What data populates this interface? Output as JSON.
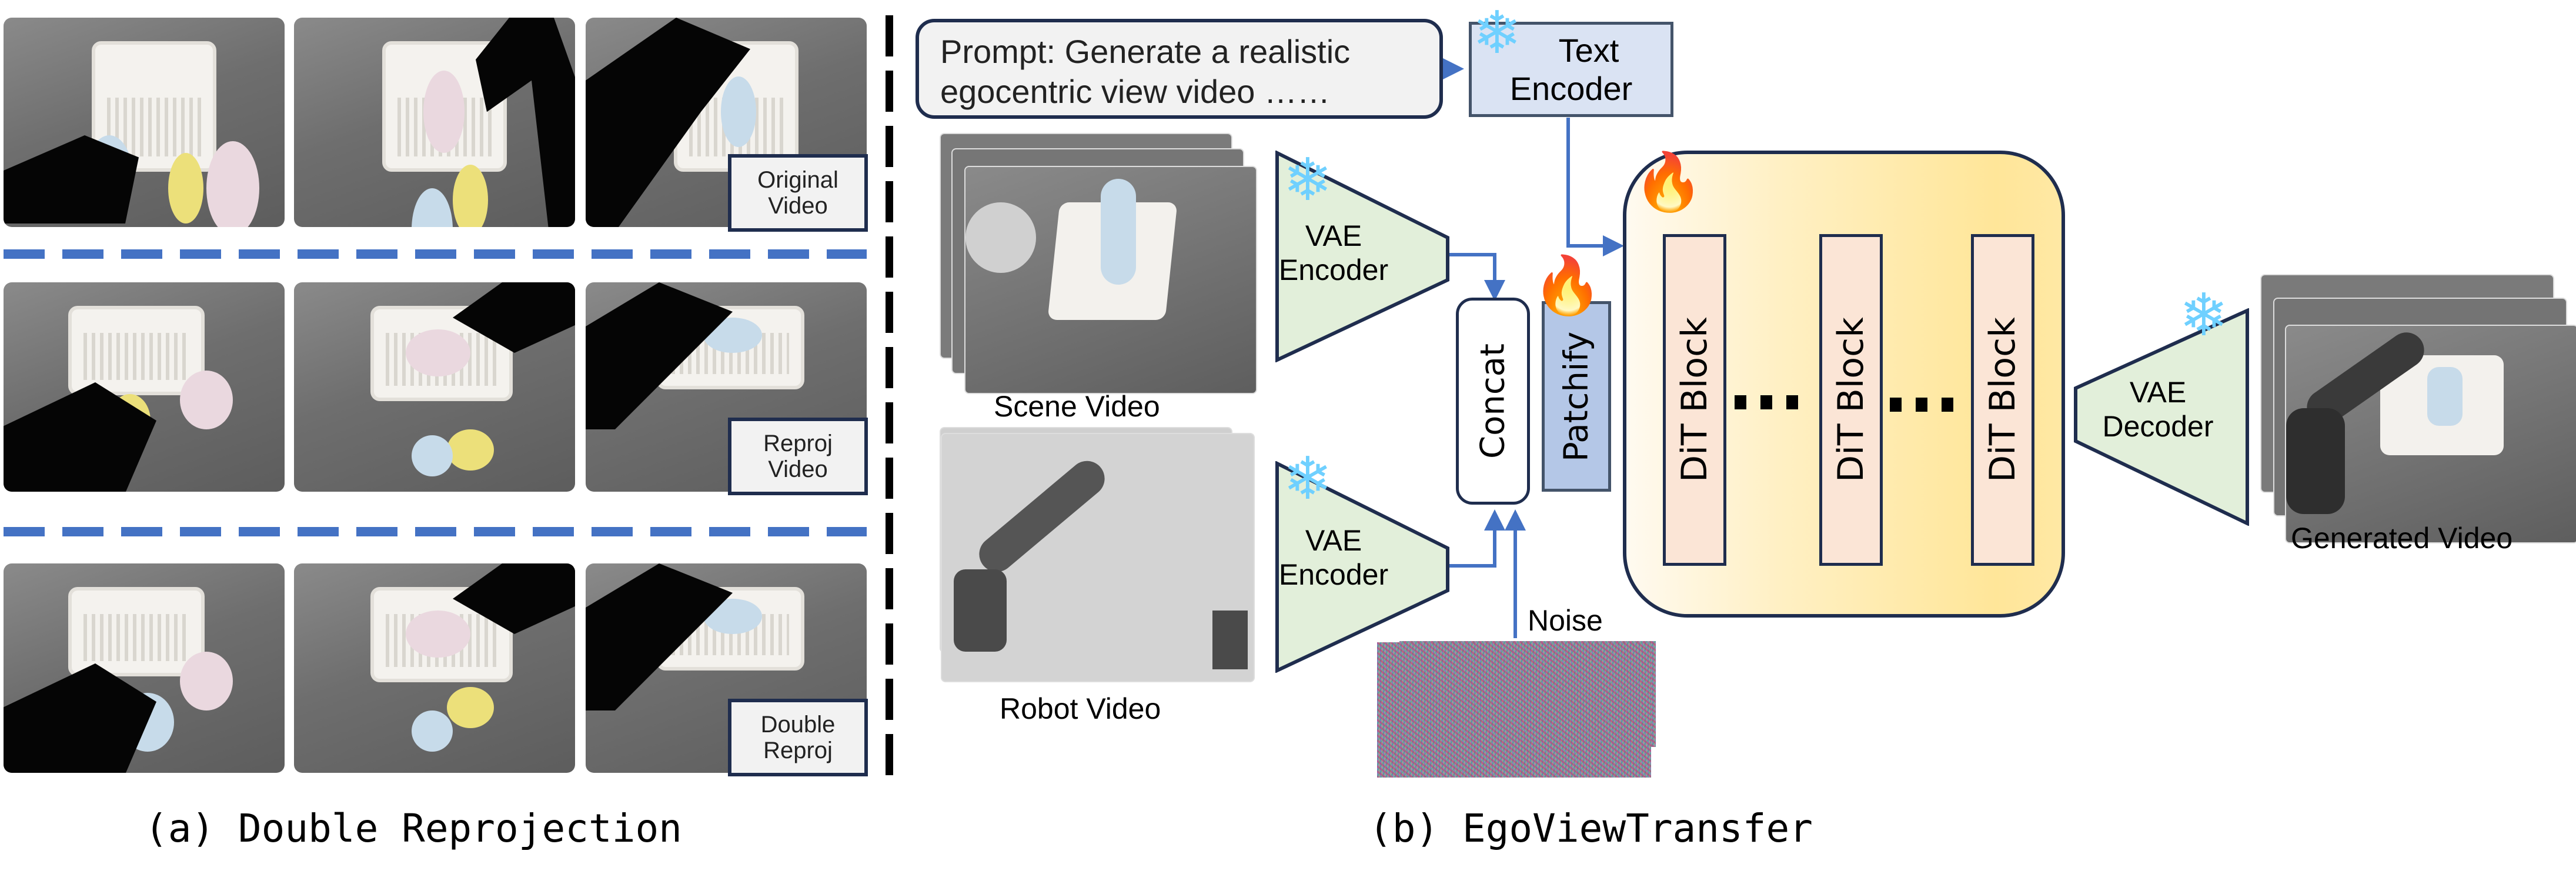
{
  "panel_a": {
    "caption": "(a) Double Reprojection",
    "rows": [
      {
        "label_line1": "Original",
        "label_line2": "Video"
      },
      {
        "label_line1": "Reproj",
        "label_line2": "Video"
      },
      {
        "label_line1": "Double",
        "label_line2": "Reproj"
      }
    ]
  },
  "panel_b": {
    "caption": "(b) EgoViewTransfer",
    "prompt": {
      "line1": "Prompt: Generate a realistic",
      "line2": "egocentric view video ……"
    },
    "text_encoder": {
      "line1": "Text",
      "line2": "Encoder"
    },
    "vae_encoder_top": {
      "line1": "VAE",
      "line2": "Encoder"
    },
    "vae_encoder_bottom": {
      "line1": "VAE",
      "line2": "Encoder"
    },
    "scene_video_label": "Scene Video",
    "robot_video_label": "Robot Video",
    "concat_label": "Concat",
    "patchify_label": "Patchify",
    "noise_label": "Noise",
    "dit_blocks": [
      "DiT Block",
      "DiT Block",
      "DiT Block"
    ],
    "vae_decoder": {
      "line1": "VAE",
      "line2": "Decoder"
    },
    "generated_video_label": "Generated Video",
    "icons": {
      "frozen": "❄",
      "trainable": "🔥"
    }
  },
  "colors": {
    "accent_blue": "#4472c4",
    "dark_navy": "#1f2d4e",
    "encoder_green": "#e2efda",
    "text_encoder_blue": "#dae3f3",
    "patchify_blue": "#b4c7e7",
    "dit_pink": "#fbe5d6",
    "dit_container_gold": "#ffe699",
    "snow_blue": "#6fd0ff"
  }
}
